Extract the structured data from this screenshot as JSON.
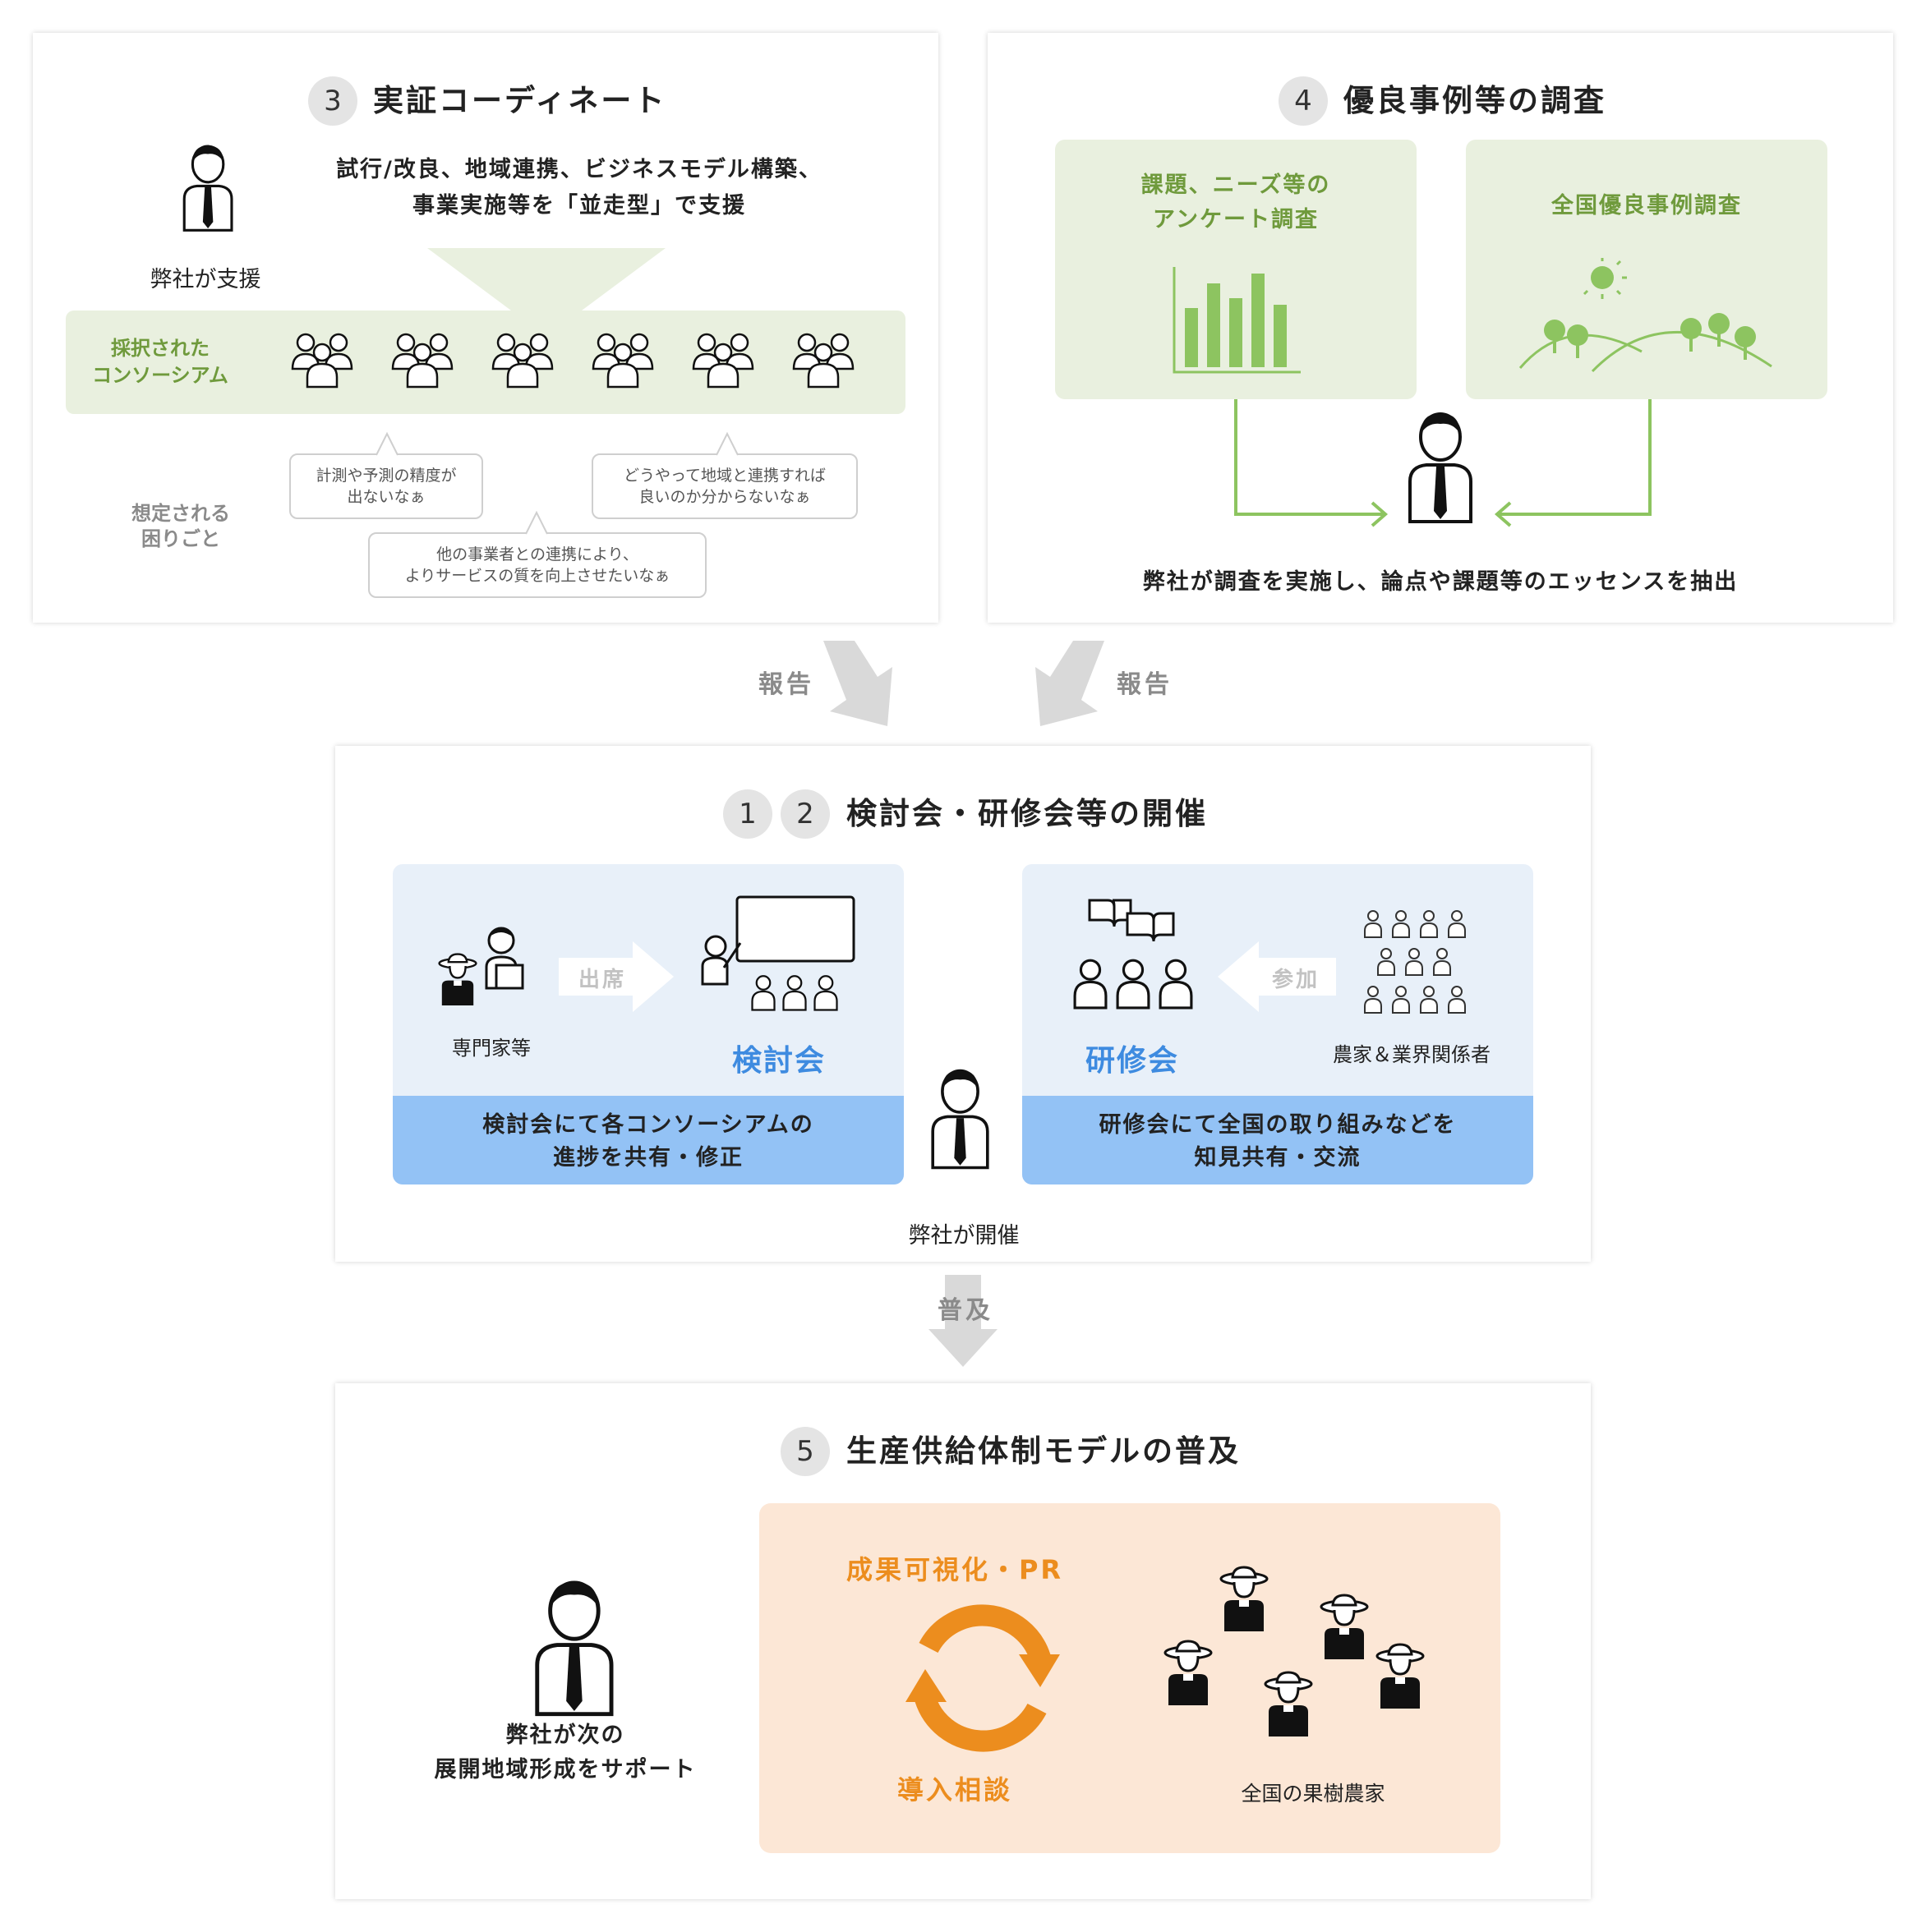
{
  "section3": {
    "number": "3",
    "title": "実証コーディネート",
    "description": "試行/改良、地域連携、ビジネスモデル構築、\n事業実施等を「並走型」で支援",
    "support_label": "弊社が支援",
    "consortium_label": "採択された\nコンソーシアム",
    "troubles_label": "想定される\n困りごと",
    "bubbles": [
      "計測や予測の精度が\n出ないなぁ",
      "どうやって地域と連携すれば\n良いのか分からないなぁ",
      "他の事業者との連携により、\nよりサービスの質を向上させたいなぁ"
    ]
  },
  "section4": {
    "number": "4",
    "title": "優良事例等の調査",
    "box1_label": "課題、ニーズ等の\nアンケート調査",
    "box2_label": "全国優良事例調査",
    "bottom_text": "弊社が調査を実施し、論点や課題等のエッセンスを抽出"
  },
  "arrows": {
    "report_left": "報告",
    "report_right": "報告",
    "spread": "普及"
  },
  "section12": {
    "numbers": [
      "1",
      "2"
    ],
    "title": "検討会・研修会等の開催",
    "attend_label": "出席",
    "expert_label": "専門家等",
    "meeting_label": "検討会",
    "meeting_desc": "検討会にて各コンソーシアムの\n進捗を共有・修正",
    "participate_label": "参加",
    "training_label": "研修会",
    "farmers_label": "農家＆業界関係者",
    "training_desc": "研修会にて全国の取り組みなどを\n知見共有・交流",
    "host_label": "弊社が開催"
  },
  "section5": {
    "number": "5",
    "title": "生産供給体制モデルの普及",
    "support_label": "弊社が次の\n展開地域形成をサポート",
    "cycle_top": "成果可視化・PR",
    "cycle_bottom": "導入相談",
    "farmers_label": "全国の果樹農家"
  },
  "colors": {
    "green_box": "#e9f0df",
    "green_text": "#6f9a3c",
    "chart_green": "#8dc460",
    "blue_box": "#e8f0f9",
    "blue_bar": "#93c2f5",
    "blue_text": "#3e8be0",
    "orange_box": "#fce7d6",
    "orange": "#ec8d1e",
    "arrow_gray": "#d9d9d9"
  }
}
